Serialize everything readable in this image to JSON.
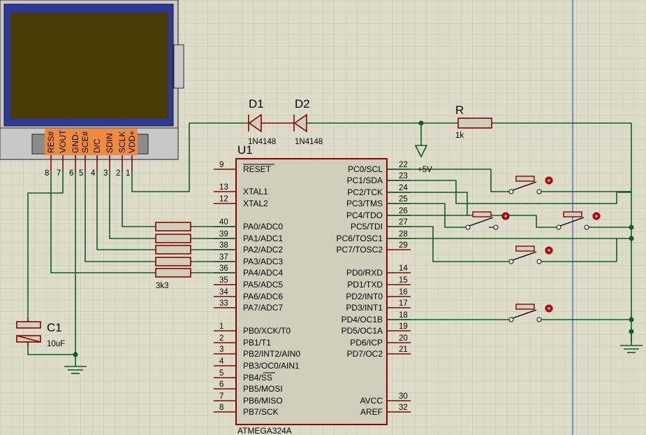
{
  "mcu": {
    "ref": "U1",
    "part": "ATMEGA324A",
    "left_pins": [
      {
        "num": "9",
        "name": "RESET"
      },
      {
        "num": "13",
        "name": "XTAL1"
      },
      {
        "num": "12",
        "name": "XTAL2"
      },
      {
        "num": "40",
        "name": "PA0/ADC0"
      },
      {
        "num": "39",
        "name": "PA1/ADC1"
      },
      {
        "num": "38",
        "name": "PA2/ADC2"
      },
      {
        "num": "37",
        "name": "PA3/ADC3"
      },
      {
        "num": "36",
        "name": "PA4/ADC4"
      },
      {
        "num": "35",
        "name": "PA5/ADC5"
      },
      {
        "num": "34",
        "name": "PA6/ADC6"
      },
      {
        "num": "33",
        "name": "PA7/ADC7"
      },
      {
        "num": "1",
        "name": "PB0/XCK/T0"
      },
      {
        "num": "2",
        "name": "PB1/T1"
      },
      {
        "num": "3",
        "name": "PB2/INT2/AIN0"
      },
      {
        "num": "4",
        "name": "PB3/OC0/AIN1"
      },
      {
        "num": "5",
        "name": "PB4/SS"
      },
      {
        "num": "6",
        "name": "PB5/MOSI"
      },
      {
        "num": "7",
        "name": "PB6/MISO"
      },
      {
        "num": "8",
        "name": "PB7/SCK"
      }
    ],
    "right_pins": [
      {
        "num": "22",
        "name": "PC0/SCL"
      },
      {
        "num": "23",
        "name": "PC1/SDA"
      },
      {
        "num": "24",
        "name": "PC2/TCK"
      },
      {
        "num": "25",
        "name": "PC3/TMS"
      },
      {
        "num": "26",
        "name": "PC4/TDO"
      },
      {
        "num": "27",
        "name": "PC5/TDI"
      },
      {
        "num": "28",
        "name": "PC6/TOSC1"
      },
      {
        "num": "29",
        "name": "PC7/TOSC2"
      },
      {
        "num": "14",
        "name": "PD0/RXD"
      },
      {
        "num": "15",
        "name": "PD1/TXD"
      },
      {
        "num": "16",
        "name": "PD2/INT0"
      },
      {
        "num": "17",
        "name": "PD3/INT1"
      },
      {
        "num": "18",
        "name": "PD4/OC1B"
      },
      {
        "num": "19",
        "name": "PD5/OC1A"
      },
      {
        "num": "20",
        "name": "PD6/ICP"
      },
      {
        "num": "21",
        "name": "PD7/OC2"
      },
      {
        "num": "30",
        "name": "AVCC"
      },
      {
        "num": "32",
        "name": "AREF"
      }
    ]
  },
  "lcd": {
    "pins": [
      {
        "num": "8",
        "name": "RES#"
      },
      {
        "num": "7",
        "name": "VOUT"
      },
      {
        "num": "6",
        "name": "GND-"
      },
      {
        "num": "5",
        "name": "SCE#"
      },
      {
        "num": "4",
        "name": "D/C"
      },
      {
        "num": "3",
        "name": "SDIN"
      },
      {
        "num": "2",
        "name": "SCLK"
      },
      {
        "num": "1",
        "name": "VDD+"
      }
    ]
  },
  "diodes": [
    {
      "ref": "D1",
      "value": "1N4148"
    },
    {
      "ref": "D2",
      "value": "1N4148"
    }
  ],
  "resistor_r": {
    "ref": "R",
    "value": "1k"
  },
  "resistor_array_value": "3k3",
  "capacitor": {
    "ref": "C1",
    "value": "10uF"
  },
  "power_label": "+5V",
  "colors": {
    "background": "#dcdcc8",
    "grid": "#c7c7b3",
    "wire": "#0b5e1e",
    "component": "#8b0000",
    "ic_fill": "#cfcfbc",
    "lcd_bezel": "#2b3a9a",
    "lcd_screen": "#4a3a06",
    "lcd_header": "#f08a3c",
    "guide": "#2232c8"
  }
}
